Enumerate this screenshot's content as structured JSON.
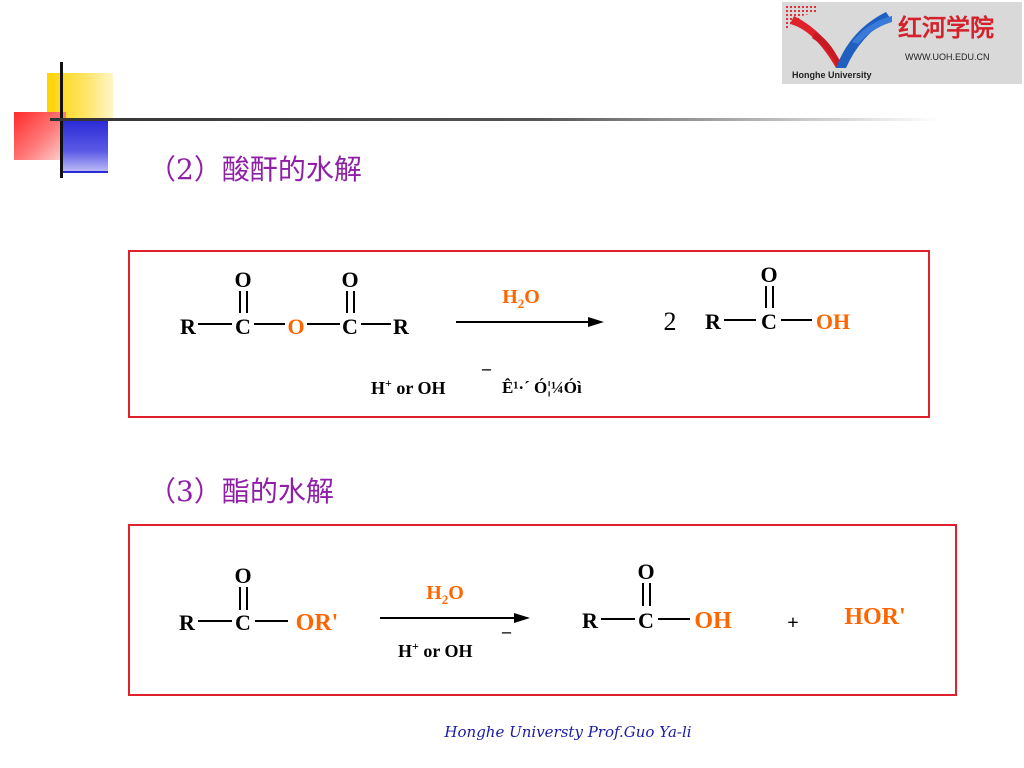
{
  "logo": {
    "cn_name": "红河学院",
    "url_text": "WWW.UOH.EDU.CN",
    "en_name": "Honghe University"
  },
  "colors": {
    "heading": "#8f1fa6",
    "box_border": "#e0202a",
    "highlight": "#ff6600",
    "footer": "#1a1aa6",
    "logo_red": "#d4212b"
  },
  "reactions": [
    {
      "heading": "（2）酸酐的水解",
      "reactant": {
        "atoms": [
          "R",
          "C",
          "O",
          "C",
          "R"
        ],
        "carbonyl_o": [
          "O",
          "O"
        ]
      },
      "reagent": {
        "h": "H",
        "sub": "2",
        "o": "O"
      },
      "catalyst": {
        "h": "H",
        "sup": "+",
        "rest": " or OH",
        "minus": "–"
      },
      "note": "Ê¹·´ Ó¦¼Óì",
      "product": {
        "coefficient": "2",
        "atoms": [
          "R",
          "C",
          "OH"
        ],
        "carbonyl_o": "O"
      }
    },
    {
      "heading": "（3）酯的水解",
      "reactant": {
        "atoms": [
          "R",
          "C",
          "OR'"
        ],
        "carbonyl_o": "O"
      },
      "reagent": {
        "h": "H",
        "sub": "2",
        "o": "O"
      },
      "catalyst": {
        "h": "H",
        "sup": "+",
        "rest": " or OH",
        "minus": "–"
      },
      "product": {
        "atoms": [
          "R",
          "C",
          "OH"
        ],
        "carbonyl_o": "O"
      },
      "plus": "+",
      "byproduct": "HOR'"
    }
  ],
  "footer": "Honghe Universty  Prof.Guo Ya-li"
}
